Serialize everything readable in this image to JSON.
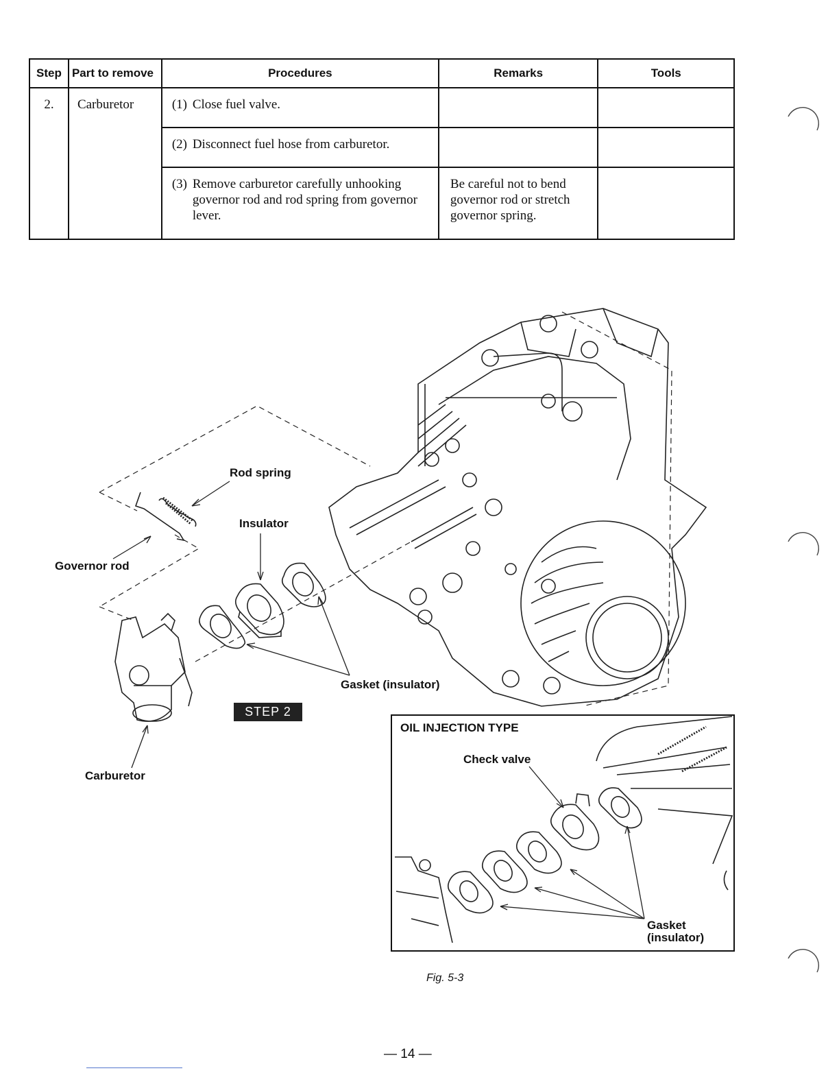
{
  "table": {
    "headers": [
      "Step",
      "Part to remove",
      "Procedures",
      "Remarks",
      "Tools"
    ],
    "step": "2.",
    "part": "Carburetor",
    "rows": [
      {
        "num": "(1)",
        "procedure": "Close fuel valve.",
        "remarks": "",
        "tools": ""
      },
      {
        "num": "(2)",
        "procedure": "Disconnect fuel hose from carburetor.",
        "remarks": "",
        "tools": ""
      },
      {
        "num": "(3)",
        "procedure": "Remove carburetor carefully unhooking governor rod and rod spring from governor lever.",
        "remarks": "Be careful not to bend governor rod or stretch governor spring.",
        "tools": ""
      }
    ]
  },
  "figure": {
    "labels": {
      "rod_spring": "Rod spring",
      "insulator": "Insulator",
      "governor_rod": "Governor rod",
      "gasket_insulator": "Gasket (insulator)",
      "carburetor": "Carburetor",
      "step": "STEP 2"
    },
    "inset": {
      "title": "OIL INJECTION TYPE",
      "check_valve": "Check valve",
      "gasket": "Gasket",
      "gasket_sub": "(insulator)"
    },
    "caption": "Fig. 5-3"
  },
  "page_number": "— 14 —"
}
